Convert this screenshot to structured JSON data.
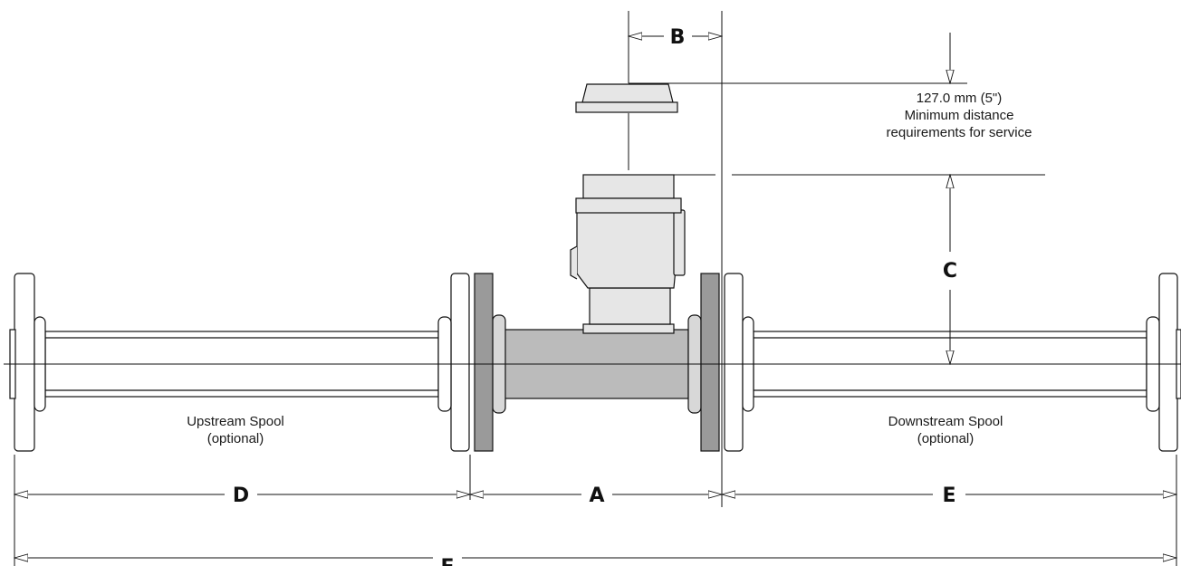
{
  "dimensions": {
    "a": "A",
    "b": "B",
    "c": "C",
    "d": "D",
    "e": "E",
    "f": "F"
  },
  "service_note": {
    "line1": "127.0 mm (5\")",
    "line2": "Minimum distance",
    "line3": "requirements for service"
  },
  "spools": {
    "upstream_line1": "Upstream Spool",
    "upstream_line2": "(optional)",
    "downstream_line1": "Downstream Spool",
    "downstream_line2": "(optional)"
  },
  "colors": {
    "line": "#111111",
    "meter_body": "#bbbbbb",
    "meter_flange": "#9a9a9a",
    "housing": "#e6e6e6",
    "spool": "#ffffff"
  }
}
